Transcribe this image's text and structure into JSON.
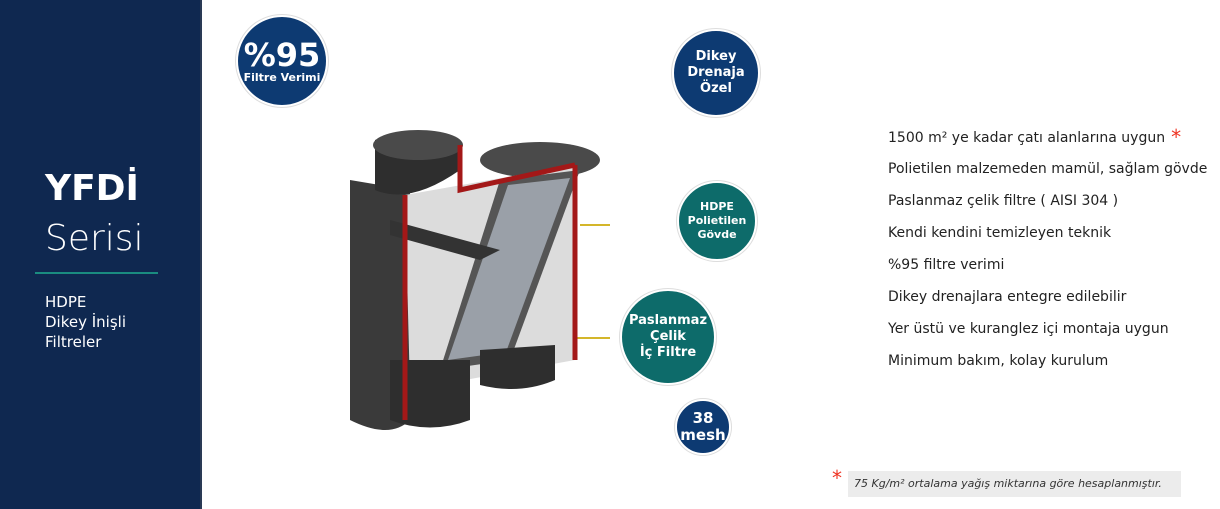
{
  "sidebar": {
    "title": "YFDİ",
    "subtitle": "Serisi",
    "desc": [
      "HDPE",
      "Dikey İnişli",
      "Filtreler"
    ]
  },
  "badges": {
    "efficiency": {
      "big": "%95",
      "small": "Filtre Verimi"
    },
    "vertical": {
      "lines": [
        "Dikey",
        "Drenaja",
        "Özel"
      ]
    },
    "body": {
      "lines": [
        "HDPE",
        "Polietilen",
        "Gövde"
      ]
    },
    "filter": {
      "lines": [
        "Paslanmaz",
        "Çelik",
        "İç Filtre"
      ]
    },
    "mesh": {
      "lines": [
        "38",
        "mesh"
      ]
    }
  },
  "features": [
    "1500 m² ye kadar çatı alanlarına uygun",
    "Polietilen malzemeden mamül, sağlam gövde",
    "Paslanmaz çelik filtre ( AISI 304 )",
    "Kendi kendini temizleyen teknik",
    "%95 filtre verimi",
    "Dikey drenajlara entegre edilebilir",
    "Yer üstü ve kuranglez içi montaja uygun",
    "Minimum bakım, kolay kurulum"
  ],
  "asterisk": "*",
  "footnote": "75 Kg/m² ortalama yağış miktarına göre hesaplanmıştır.",
  "colors": {
    "navy": "#0f2850",
    "teal": "#0d6b6a",
    "accent_red": "#e32"
  }
}
